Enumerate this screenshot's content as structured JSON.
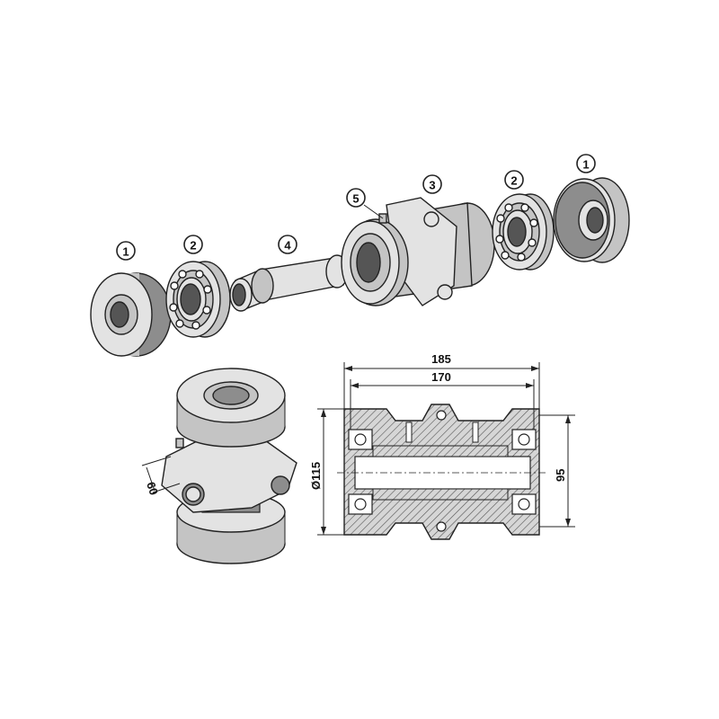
{
  "callouts": [
    {
      "label": "1"
    },
    {
      "label": "2"
    },
    {
      "label": "4"
    },
    {
      "label": "5"
    },
    {
      "label": "3"
    },
    {
      "label": "2"
    },
    {
      "label": "1"
    }
  ],
  "dimensions": {
    "overall_width": "185",
    "inner_width": "170",
    "outer_diameter": "Ø115",
    "bolt_spacing": "95",
    "flange_thickness": "60"
  },
  "colors": {
    "steel_light": "#e3e3e3",
    "steel_mid": "#c4c4c4",
    "steel_dark": "#8d8d8d",
    "outline": "#222222"
  }
}
